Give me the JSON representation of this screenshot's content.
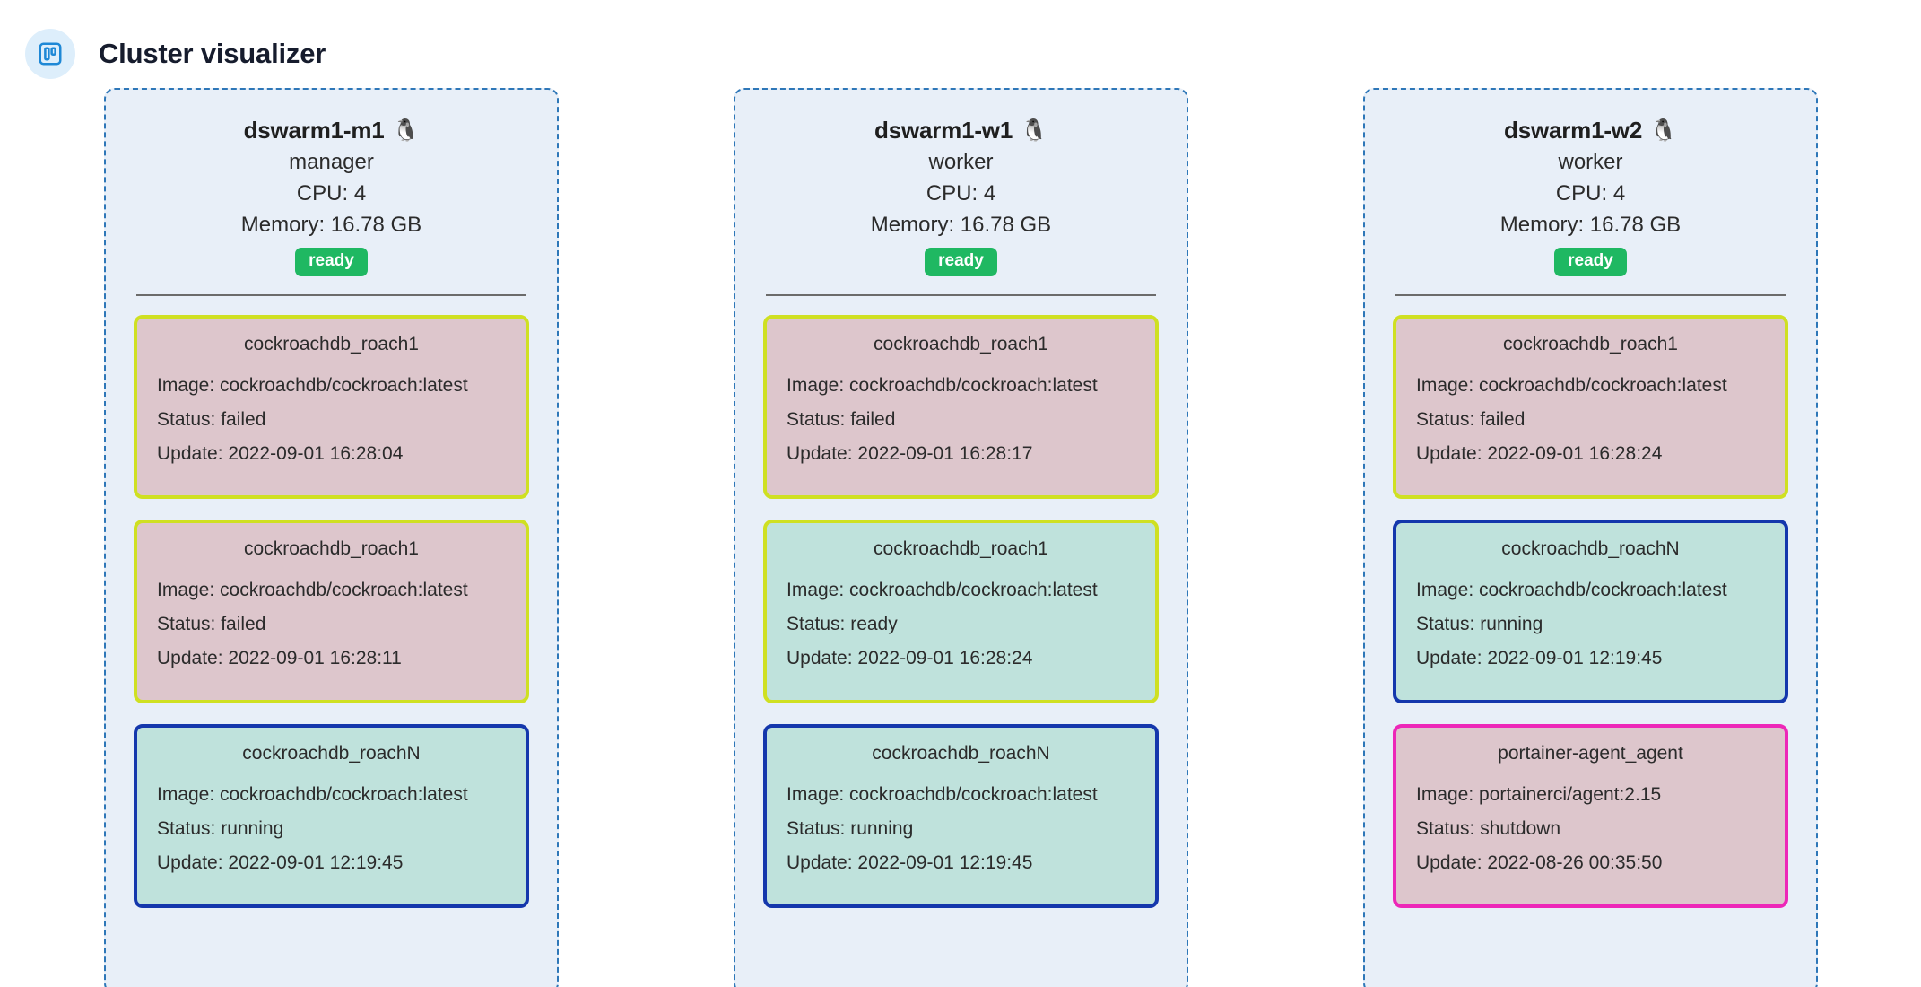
{
  "header": {
    "icon": "board-icon",
    "title": "Cluster visualizer",
    "icon_color": "#1e88d6",
    "badge_bg": "#ddeefb",
    "title_color": "#161c2d"
  },
  "labels": {
    "image_prefix": "Image: ",
    "status_prefix": "Status: ",
    "update_prefix": "Update: ",
    "cpu_prefix": "CPU: ",
    "memory_prefix": "Memory: "
  },
  "colors": {
    "node_border": "#2e77b8",
    "node_bg": "#e8eff8",
    "badge_ready": "#1fb862",
    "service_failed_bg": "#ddc6cc",
    "service_ok_bg": "#bfe2dc",
    "border_lime": "#cfe022",
    "border_navy": "#1437ac",
    "border_pink": "#ed27b8",
    "divider": "#6b6b6b"
  },
  "nodes": [
    {
      "name": "dswarm1-m1",
      "os_icon": "🐧",
      "role": "manager",
      "cpu": "CPU: 4",
      "memory": "Memory: 16.78 GB",
      "status": "ready",
      "services": [
        {
          "name": "cockroachdb_roach1",
          "image": "Image: cockroachdb/cockroach:latest",
          "status": "Status: failed",
          "update": "Update: 2022-09-01 16:28:04",
          "fill": "failed",
          "border": "lime"
        },
        {
          "name": "cockroachdb_roach1",
          "image": "Image: cockroachdb/cockroach:latest",
          "status": "Status: failed",
          "update": "Update: 2022-09-01 16:28:11",
          "fill": "failed",
          "border": "lime"
        },
        {
          "name": "cockroachdb_roachN",
          "image": "Image: cockroachdb/cockroach:latest",
          "status": "Status: running",
          "update": "Update: 2022-09-01 12:19:45",
          "fill": "ok",
          "border": "navy"
        }
      ]
    },
    {
      "name": "dswarm1-w1",
      "os_icon": "🐧",
      "role": "worker",
      "cpu": "CPU: 4",
      "memory": "Memory: 16.78 GB",
      "status": "ready",
      "services": [
        {
          "name": "cockroachdb_roach1",
          "image": "Image: cockroachdb/cockroach:latest",
          "status": "Status: failed",
          "update": "Update: 2022-09-01 16:28:17",
          "fill": "failed",
          "border": "lime"
        },
        {
          "name": "cockroachdb_roach1",
          "image": "Image: cockroachdb/cockroach:latest",
          "status": "Status: ready",
          "update": "Update: 2022-09-01 16:28:24",
          "fill": "ok",
          "border": "lime"
        },
        {
          "name": "cockroachdb_roachN",
          "image": "Image: cockroachdb/cockroach:latest",
          "status": "Status: running",
          "update": "Update: 2022-09-01 12:19:45",
          "fill": "ok",
          "border": "navy"
        }
      ]
    },
    {
      "name": "dswarm1-w2",
      "os_icon": "🐧",
      "role": "worker",
      "cpu": "CPU: 4",
      "memory": "Memory: 16.78 GB",
      "status": "ready",
      "services": [
        {
          "name": "cockroachdb_roach1",
          "image": "Image: cockroachdb/cockroach:latest",
          "status": "Status: failed",
          "update": "Update: 2022-09-01 16:28:24",
          "fill": "failed",
          "border": "lime"
        },
        {
          "name": "cockroachdb_roachN",
          "image": "Image: cockroachdb/cockroach:latest",
          "status": "Status: running",
          "update": "Update: 2022-09-01 12:19:45",
          "fill": "ok",
          "border": "navy"
        },
        {
          "name": "portainer-agent_agent",
          "image": "Image: portainerci/agent:2.15",
          "status": "Status: shutdown",
          "update": "Update: 2022-08-26 00:35:50",
          "fill": "failed",
          "border": "pink"
        }
      ]
    }
  ]
}
